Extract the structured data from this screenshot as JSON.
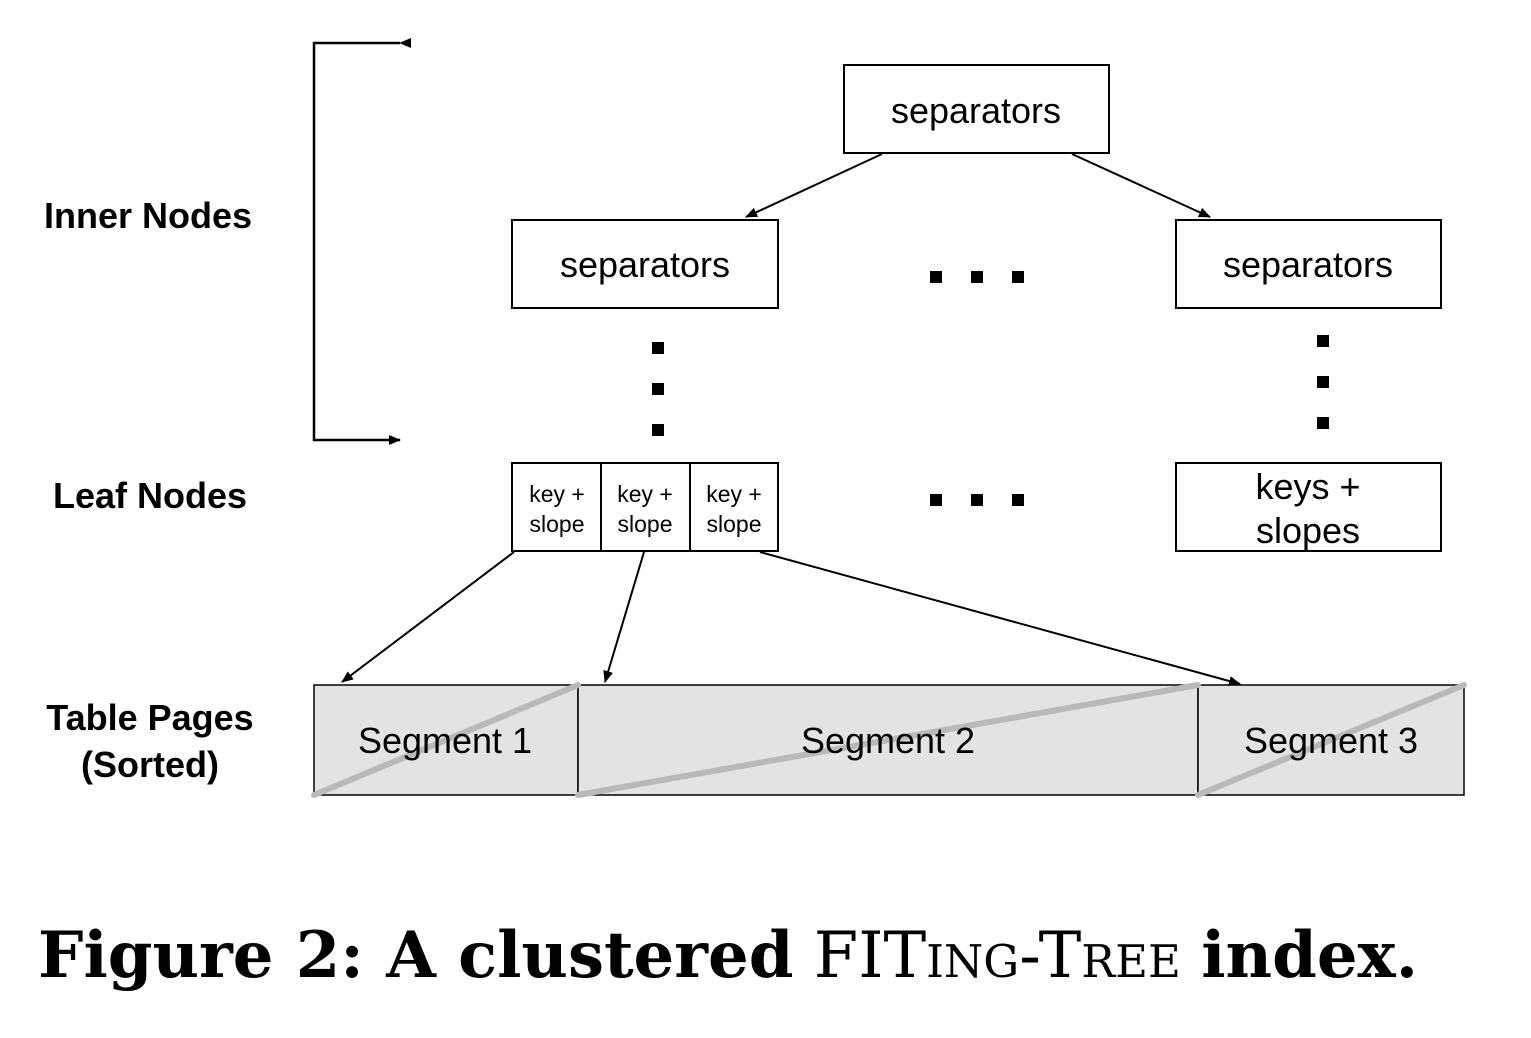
{
  "row_labels": {
    "inner_nodes": "Inner Nodes",
    "leaf_nodes": "Leaf Nodes",
    "table_pages_line1": "Table Pages",
    "table_pages_line2": "(Sorted)"
  },
  "inner": {
    "root": "separators",
    "left": "separators",
    "right": "separators"
  },
  "leaf": {
    "cell_line1": "key +",
    "cell_line2": "slope",
    "right_line1": "keys +",
    "right_line2": "slopes"
  },
  "segments": [
    "Segment 1",
    "Segment 2",
    "Segment 3"
  ],
  "caption": {
    "prefix": "Figure 2: A clustered",
    "name": "FITing-Tree",
    "suffix": "index."
  }
}
